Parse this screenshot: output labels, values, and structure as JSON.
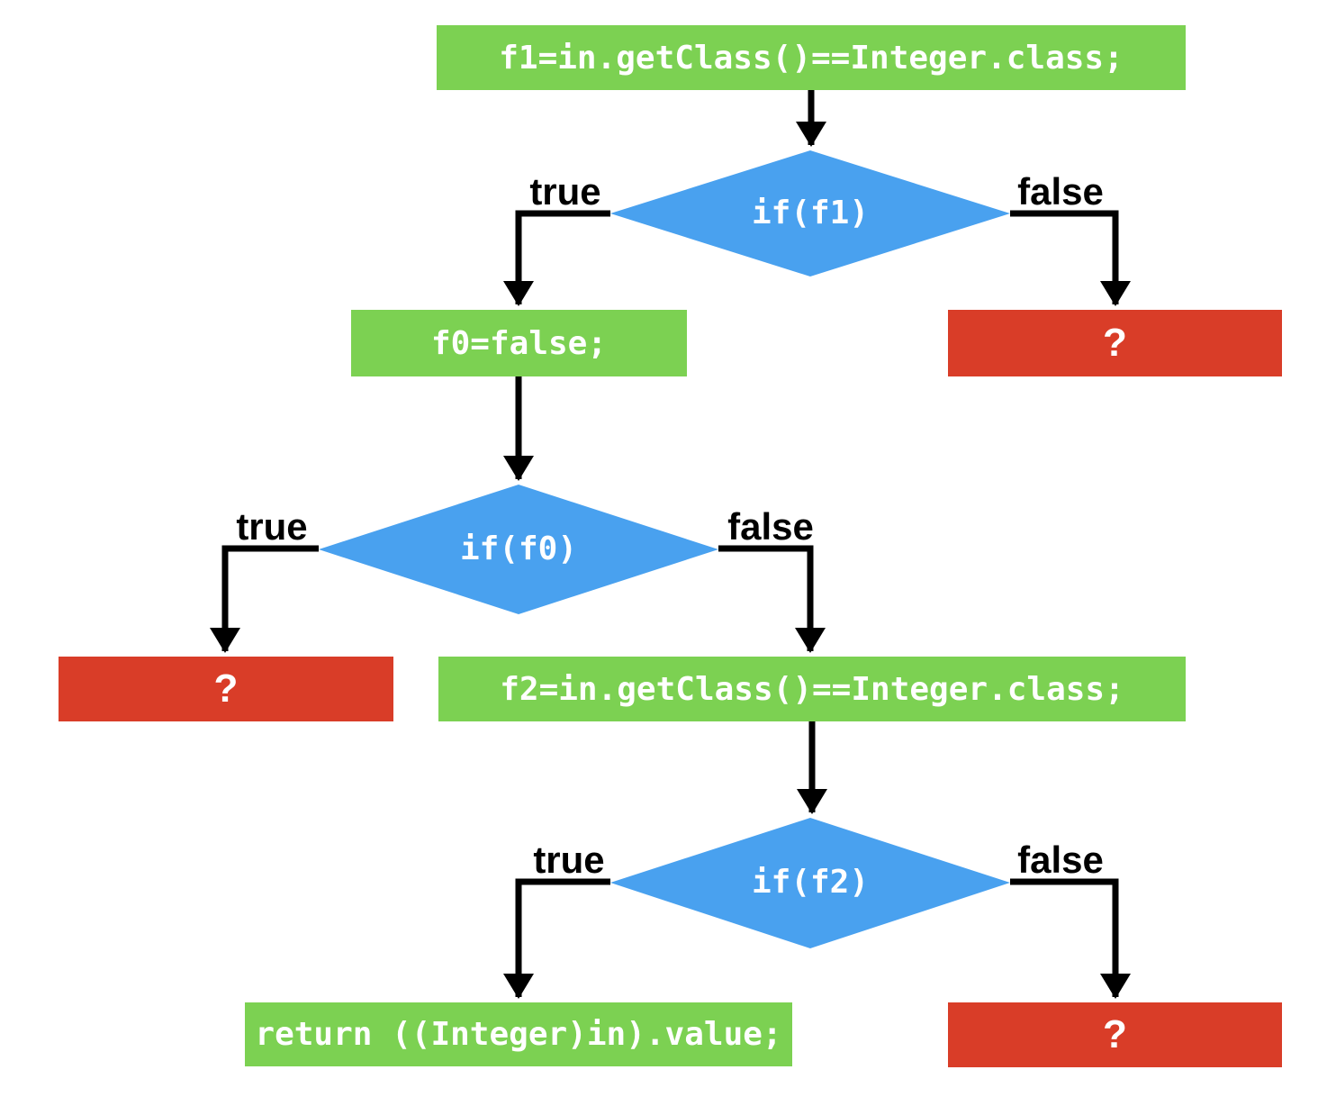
{
  "diagram": {
    "kind": "flowchart",
    "nodes": {
      "f1_assign": {
        "type": "process",
        "label": "f1=in.getClass()==Integer.class;"
      },
      "if_f1": {
        "type": "decision",
        "label": "if(f1)"
      },
      "f0_assign": {
        "type": "process",
        "label": "f0=false;"
      },
      "if_f1_false_result": {
        "type": "unknown",
        "label": "?"
      },
      "if_f0": {
        "type": "decision",
        "label": "if(f0)"
      },
      "if_f0_true_result": {
        "type": "unknown",
        "label": "?"
      },
      "f2_assign": {
        "type": "process",
        "label": "f2=in.getClass()==Integer.class;"
      },
      "if_f2": {
        "type": "decision",
        "label": "if(f2)"
      },
      "return_stmt": {
        "type": "process",
        "label": "return ((Integer)in).value;"
      },
      "if_f2_false_result": {
        "type": "unknown",
        "label": "?"
      }
    },
    "edge_labels": {
      "if_f1_true": "true",
      "if_f1_false": "false",
      "if_f0_true": "true",
      "if_f0_false": "false",
      "if_f2_true": "true",
      "if_f2_false": "false"
    },
    "colors": {
      "process_green": "#7cd152",
      "unknown_red": "#d93d28",
      "decision_blue": "#49a1ef",
      "connector_black": "#000000",
      "node_text_white": "#ffffff"
    }
  }
}
